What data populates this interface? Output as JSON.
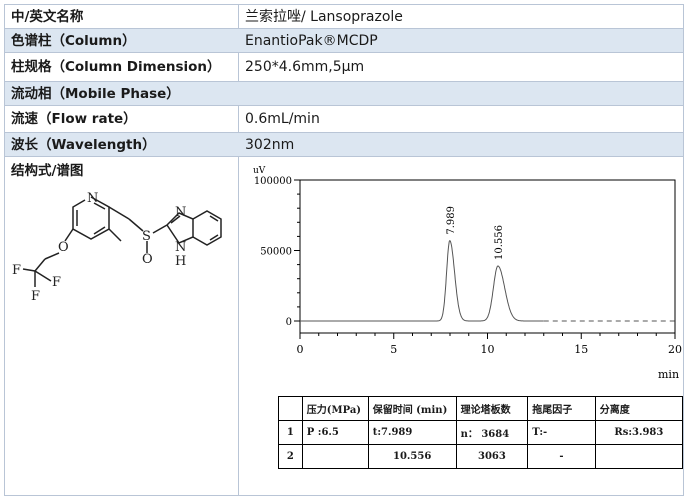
{
  "info_table": {
    "rows": [
      {
        "label": "中/英文名称",
        "value": "兰索拉唑/ Lansoprazole"
      },
      {
        "label": "色谱柱（Column）",
        "value": "EnantioPak®MCDP"
      },
      {
        "label": "柱规格（Column Dimension）",
        "value": "250*4.6mm,5μm"
      },
      {
        "label": "流动相（Mobile Phase）",
        "value": ""
      },
      {
        "label": "流速（Flow rate）",
        "value": "0.6mL/min"
      },
      {
        "label": "波长（Wavelength）",
        "value": "302nm"
      }
    ],
    "structure_label": "结构式/谱图"
  },
  "structure_atoms": {
    "n": "N",
    "s": "S",
    "o": "O",
    "nh": "N",
    "h": "H",
    "n2": "N",
    "o2": "O",
    "f1": "F",
    "f2": "F",
    "f3": "F"
  },
  "chart_data": {
    "type": "line",
    "title": "",
    "ylabel": "uV",
    "xlabel": "min",
    "xlim": [
      0,
      20
    ],
    "ylim": [
      0,
      100000
    ],
    "x_ticks": [
      "0",
      "5",
      "10",
      "15",
      "20"
    ],
    "y_ticks": [
      "0",
      "50000",
      "100000"
    ],
    "grid": false,
    "series": [
      {
        "peaks": [
          {
            "rt": 7.989,
            "label": "7.989",
            "height": 57000,
            "width": 0.17
          },
          {
            "rt": 10.556,
            "label": "10.556",
            "height": 39000,
            "width": 0.24
          }
        ],
        "dashed_from": 13
      }
    ]
  },
  "results_table": {
    "headers": [
      "",
      "压力(MPa)",
      "保留时间 (min)",
      "理论塔板数",
      "拖尾因子",
      "分离度"
    ],
    "rows": [
      [
        "1",
        "P :6.5",
        "t:7.989",
        "n： 3684",
        "T:-",
        "Rs:3.983"
      ],
      [
        "2",
        "",
        "10.556",
        "3063",
        "-",
        ""
      ]
    ]
  }
}
